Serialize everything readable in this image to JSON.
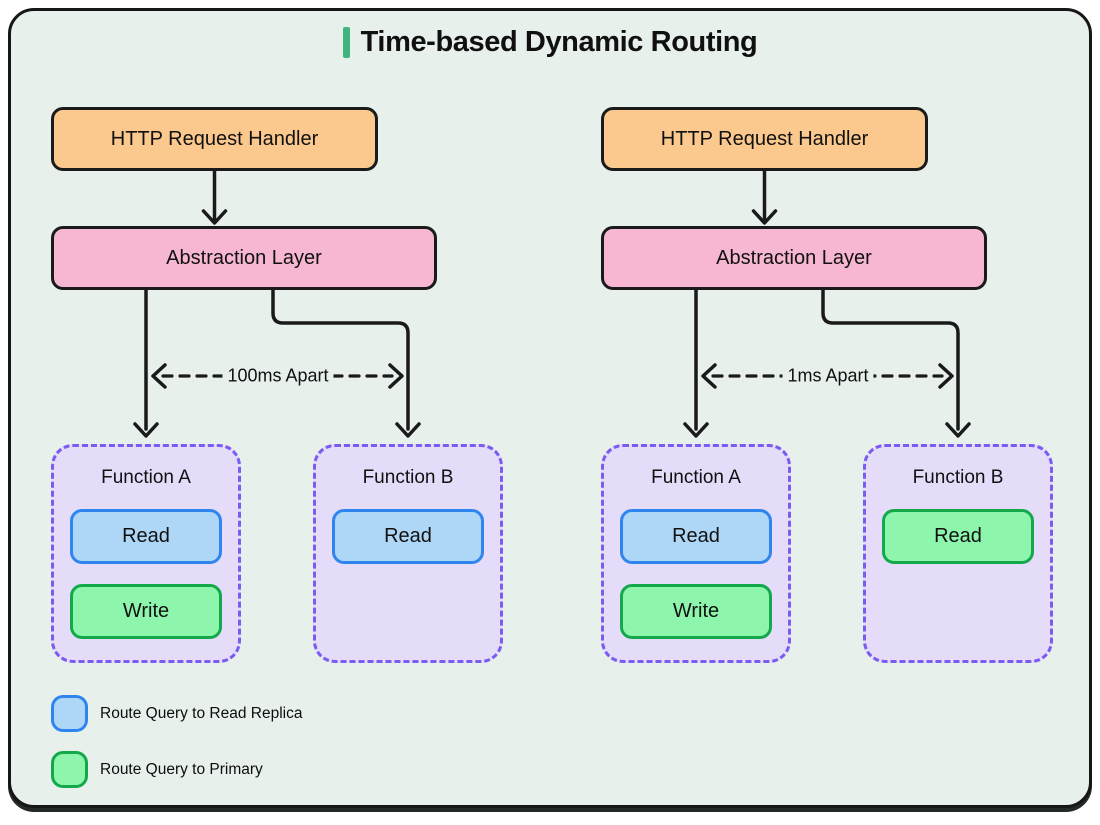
{
  "title": "Time-based Dynamic Routing",
  "colors": {
    "canvas_bg": "#e8f0ec",
    "ink": "#1a1a1a",
    "title_accent": "#3fb57f",
    "handler_fill": "#fbc98e",
    "abstraction_fill": "#f7b6d2",
    "function_fill": "#e5dcfa",
    "function_border": "#7a5cf0",
    "read_replica_fill": "#aed7f7",
    "read_replica_border": "#2f85f0",
    "primary_fill": "#8df6ac",
    "primary_border": "#13a94b"
  },
  "flows": [
    {
      "id": "left",
      "handler_label": "HTTP Request Handler",
      "abstraction_label": "Abstraction Layer",
      "gap_label": "100ms Apart",
      "functions": [
        {
          "title": "Function A",
          "operations": [
            {
              "label": "Read",
              "routes_to": "read-replica"
            },
            {
              "label": "Write",
              "routes_to": "primary"
            }
          ]
        },
        {
          "title": "Function B",
          "operations": [
            {
              "label": "Read",
              "routes_to": "read-replica"
            }
          ]
        }
      ]
    },
    {
      "id": "right",
      "handler_label": "HTTP Request Handler",
      "abstraction_label": "Abstraction Layer",
      "gap_label": "1ms Apart",
      "functions": [
        {
          "title": "Function A",
          "operations": [
            {
              "label": "Read",
              "routes_to": "read-replica"
            },
            {
              "label": "Write",
              "routes_to": "primary"
            }
          ]
        },
        {
          "title": "Function B",
          "operations": [
            {
              "label": "Read",
              "routes_to": "primary"
            }
          ]
        }
      ]
    }
  ],
  "legend": [
    {
      "swatch": "read-replica",
      "label": "Route Query to Read Replica"
    },
    {
      "swatch": "primary",
      "label": "Route Query to Primary"
    }
  ]
}
